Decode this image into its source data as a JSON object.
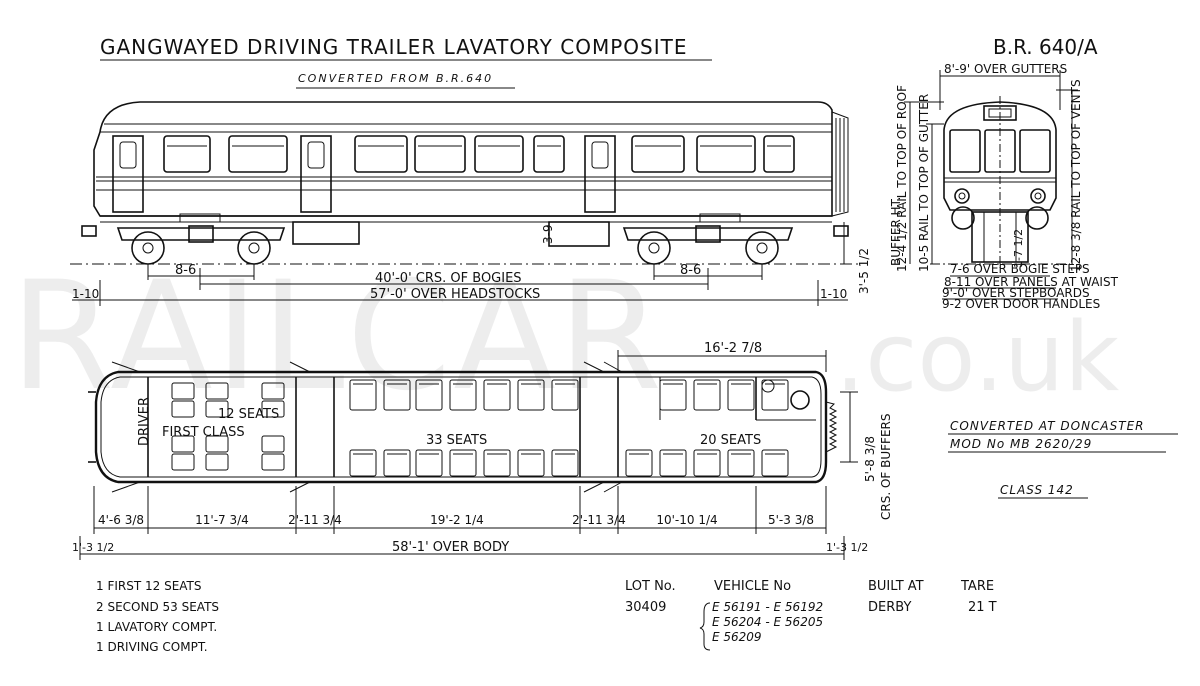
{
  "title": "GANGWAYED DRIVING TRAILER LAVATORY COMPOSITE",
  "diagram_no": "B.R. 640/A",
  "subtitle": "CONVERTED FROM B.R.640",
  "watermark": {
    "main": "RAILCAR",
    "suffix": ".co.uk"
  },
  "elevation_dims": {
    "bogie_wheelbase_left": "8-6",
    "bogie_wheelbase_right": "8-6",
    "bogie_centres": "40'-0' CRS. OF BOGIES",
    "over_headstocks": "57'-0' OVER HEADSTOCKS",
    "overhang_left": "1-10",
    "overhang_right": "1-10",
    "tank_height": "3-9",
    "buffer_height_value": "3'-5 1/2",
    "buffer_height_label": "BUFFER HT."
  },
  "end_view": {
    "over_gutters": "8'-9' OVER GUTTERS",
    "rail_roof": "12-4 1/2 RAIL TO TOP OF ROOF",
    "rail_gutter": "10-5 RAIL TO TOP OF GUTTER",
    "rail_vents": "12-8 3/8 RAIL TO TOP OF VENTS",
    "centre_dim": "1-7 1/2",
    "bogie_steps": "7-6 OVER BOGIE STEPS",
    "panels_waist": "8-11 OVER PANELS AT WAIST",
    "stepboards": "9'-0' OVER STEPBOARDS",
    "door_handles": "9-2 OVER DOOR HANDLES"
  },
  "plan": {
    "driver": "DRIVER",
    "first_seats": "12 SEATS",
    "first_class": "FIRST CLASS",
    "second_a": "33 SEATS",
    "second_b": "20 SEATS",
    "top_dim": "16'-2 7/8",
    "buffers_dim": "5'-8 3/8",
    "buffers_label": "CRS. OF BUFFERS",
    "bottom_dims": [
      "4'-6 3/8",
      "11'-7 3/4",
      "2'-11 3/4",
      "19'-2 1/4",
      "2'-11 3/4",
      "10'-10 1/4",
      "5'-3 3/8"
    ],
    "over_body": "58'-1' OVER BODY",
    "end_left": "1'-3 1/2",
    "end_right": "1'-3 1/2"
  },
  "conversion": {
    "line1": "CONVERTED AT DONCASTER",
    "line2": "MOD No MB 2620/29",
    "class": "CLASS 142"
  },
  "accommodation": [
    "1 FIRST 12 SEATS",
    "2 SECOND 53 SEATS",
    "1 LAVATORY COMPT.",
    "1 DRIVING COMPT."
  ],
  "table": {
    "headers": {
      "lot": "LOT No.",
      "vehicle": "VEHICLE No",
      "built": "BUILT AT",
      "tare": "TARE"
    },
    "lot": "30409",
    "vehicles": [
      "E 56191 - E 56192",
      "E 56204 - E 56205",
      "E 56209"
    ],
    "built": "DERBY",
    "tare": "21 T"
  }
}
